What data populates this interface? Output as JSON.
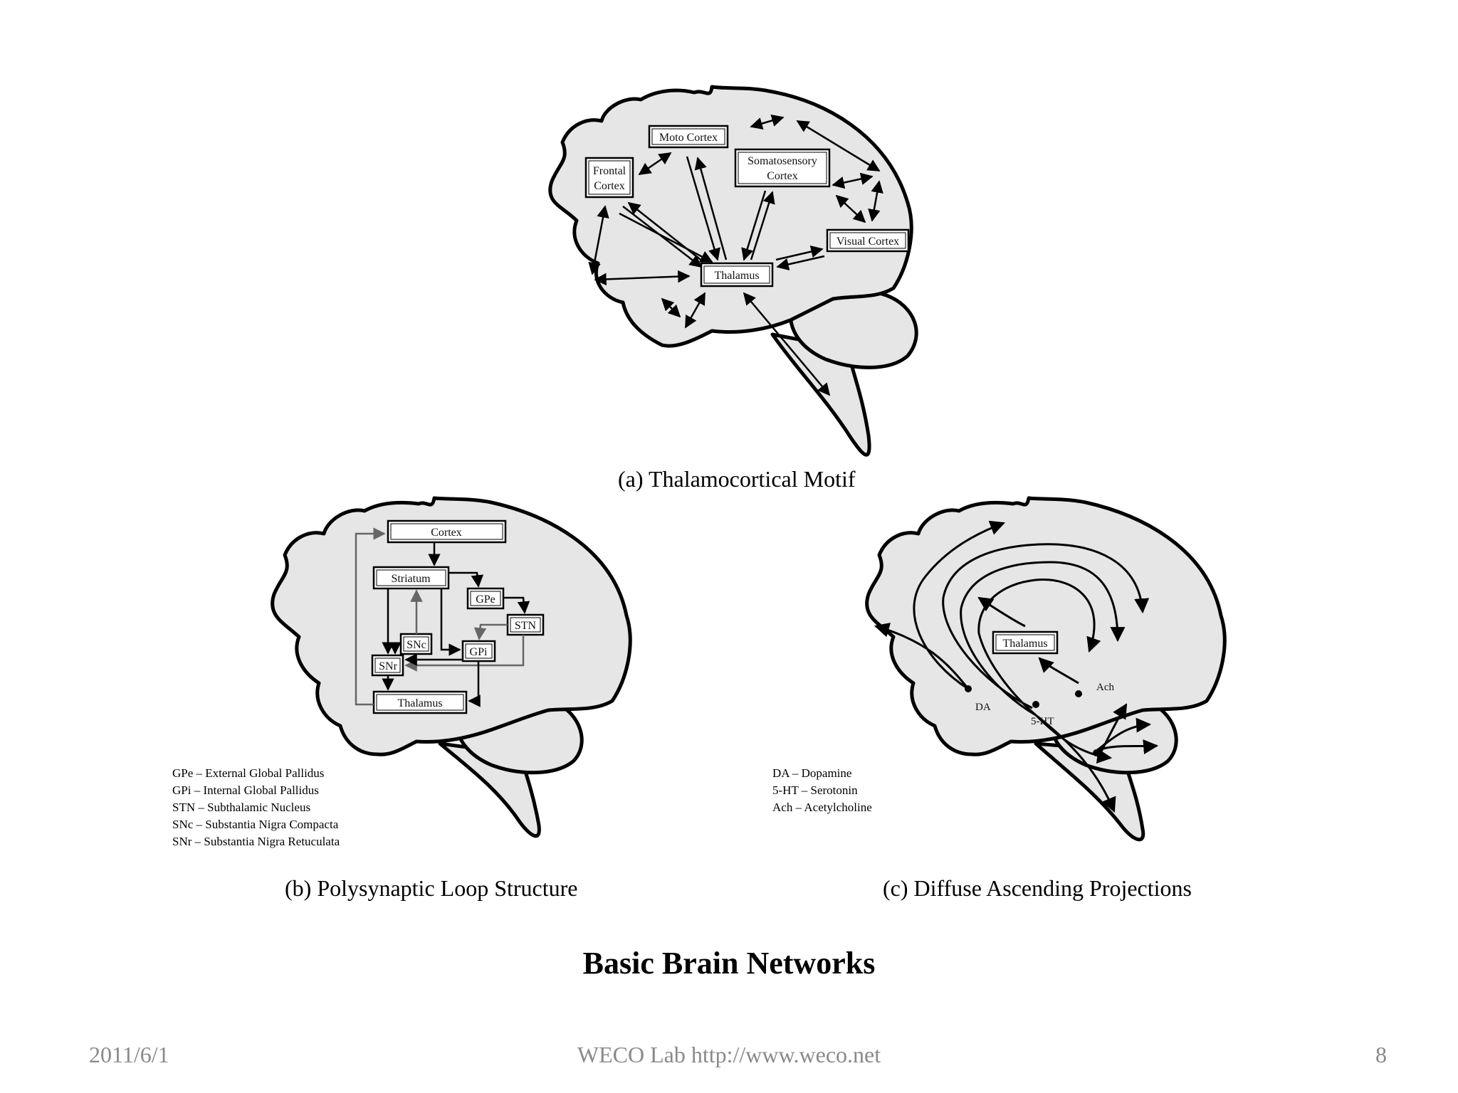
{
  "diagram_a": {
    "caption": "(a) Thalamocortical Motif",
    "boxes": {
      "moto_cortex": "Moto Cortex",
      "frontal_cortex_1": "Frontal",
      "frontal_cortex_2": "Cortex",
      "somatosensory_1": "Somatosensory",
      "somatosensory_2": "Cortex",
      "visual_cortex": "Visual Cortex",
      "thalamus": "Thalamus"
    }
  },
  "diagram_b": {
    "caption": "(b) Polysynaptic Loop Structure",
    "boxes": {
      "cortex": "Cortex",
      "striatum": "Striatum",
      "gpe": "GPe",
      "stn": "STN",
      "snc": "SNc",
      "gpi": "GPi",
      "snr": "SNr",
      "thalamus": "Thalamus"
    },
    "legend": [
      "GPe – External Global Pallidus",
      "GPi – Internal Global Pallidus",
      "STN – Subthalamic Nucleus",
      "SNc – Substantia Nigra Compacta",
      "SNr – Substantia Nigra Retuculata"
    ]
  },
  "diagram_c": {
    "caption": "(c) Diffuse Ascending Projections",
    "boxes": {
      "thalamus": "Thalamus"
    },
    "labels": {
      "da": "DA",
      "ht": "5-HT",
      "ach": "Ach"
    },
    "legend": [
      "DA – Dopamine",
      "5-HT – Serotonin",
      "Ach – Acetylcholine"
    ]
  },
  "title": "Basic Brain Networks",
  "footer": {
    "date": "2011/6/1",
    "center": "WECO Lab http://www.weco.net",
    "page": "8"
  }
}
